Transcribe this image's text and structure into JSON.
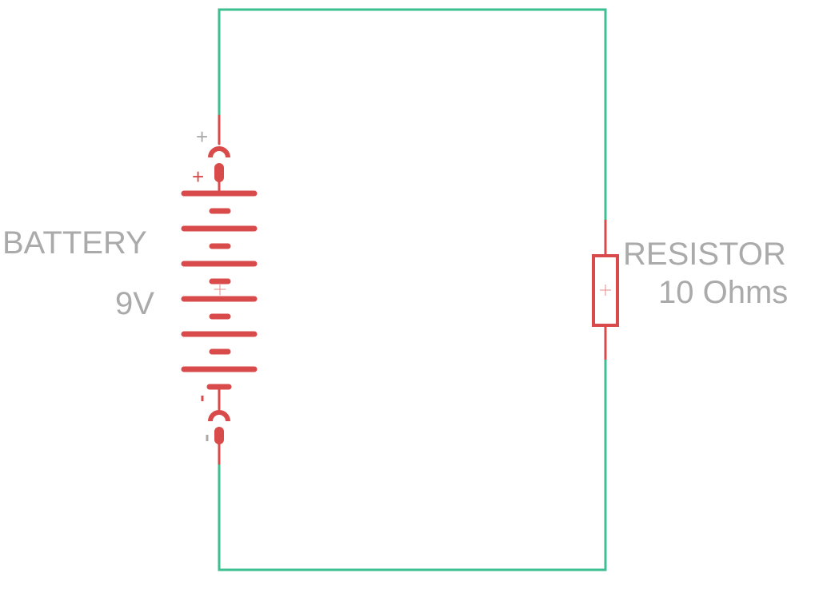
{
  "battery": {
    "name": "BATTERY",
    "value": "9V",
    "plus": "+",
    "minus": "-"
  },
  "resistor": {
    "name": "RESISTOR",
    "value": "10 Ohms"
  },
  "colors": {
    "wire": "#3dbf92",
    "part": "#d94a4a",
    "label": "#aaaaaa"
  }
}
